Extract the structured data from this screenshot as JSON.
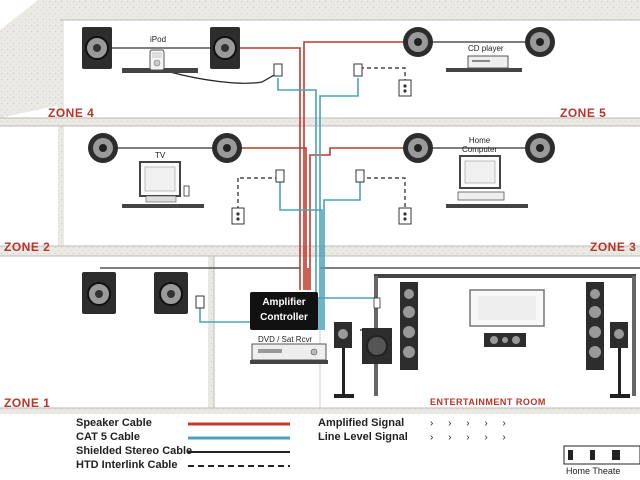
{
  "zones": {
    "zone1": "ZONE 1",
    "zone2": "ZONE 2",
    "zone3": "ZONE 3",
    "zone4": "ZONE 4",
    "zone5": "ZONE 5",
    "entertainment": "ENTERTAINMENT ROOM"
  },
  "devices": {
    "ipod": "iPod",
    "cd_player": "CD player",
    "tv": "TV",
    "home_computer": "Home\nComputer",
    "dvd": "DVD / Sat Rcvr"
  },
  "controller": {
    "line1": "Amplifier",
    "line2": "Controller"
  },
  "legend": {
    "speaker_cable": "Speaker Cable",
    "cat5_cable": "CAT 5 Cable",
    "shielded_stereo": "Shielded Stereo Cable",
    "htd_interlink": "HTD Interlink Cable",
    "amplified_signal": "Amplified Signal",
    "line_level_signal": "Line Level Signal",
    "arrows": "› › › › ›"
  },
  "colors": {
    "speaker_cable": "#c0392b",
    "cat5_cable": "#4aa3b8",
    "zone_label": "#b8352a"
  },
  "brand": {
    "letters": "H T",
    "text": "Home Theate"
  }
}
